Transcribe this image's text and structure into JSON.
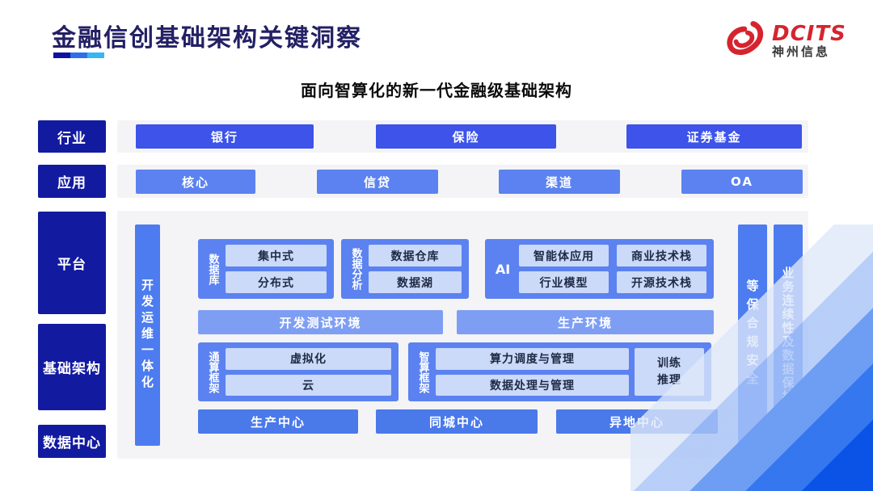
{
  "header": {
    "title": "金融信创基础架构关键洞察",
    "logo": {
      "brand": "DCITS",
      "company": "神州信息"
    }
  },
  "diagram": {
    "subtitle": "面向智算化的新一代金融级基础架构",
    "sidebar": [
      {
        "label": "行业"
      },
      {
        "label": "应用"
      },
      {
        "label": "平台"
      },
      {
        "label": "基础架构"
      },
      {
        "label": "数据中心"
      }
    ],
    "industry_row": [
      "银行",
      "保险",
      "证券基金"
    ],
    "application_row": [
      "核心",
      "信贷",
      "渠道",
      "OA"
    ],
    "left_bar": "开发运维一体化",
    "right_bars": [
      "等保合规安全",
      "业务连续性及数据保护"
    ],
    "platform_groups": {
      "database": {
        "label": "数据库",
        "items": [
          "集中式",
          "分布式"
        ]
      },
      "analytics": {
        "label": "数据分析",
        "items": [
          "数据仓库",
          "数据湖"
        ]
      },
      "ai": {
        "label": "AI",
        "items": [
          "智能体应用",
          "商业技术栈",
          "行业模型",
          "开源技术栈"
        ]
      }
    },
    "env_row": [
      "开发测试环境",
      "生产环境"
    ],
    "infra_groups": {
      "general": {
        "label": "通算框架",
        "items": [
          "虚拟化",
          "云"
        ]
      },
      "intelligent": {
        "label": "智算框架",
        "items": [
          "算力调度与管理",
          "数据处理与管理"
        ],
        "side_item": {
          "line1": "训练",
          "line2": "推理"
        }
      }
    },
    "datacenter_row": [
      "生产中心",
      "同城中心",
      "异地中心"
    ]
  },
  "colors": {
    "sidebar_navy": "#121AA0",
    "industry_blue": "#3D53E9",
    "application_blue": "#5B82F0",
    "group_blue": "#5B82F0",
    "env_blue": "#7E9EF4",
    "datacenter_blue": "#4A79EA",
    "vbar_blue": "#4C7CEF",
    "pale_blue": "#CBDAF9",
    "strip_gray": "#F4F4F6",
    "title_navy": "#232064",
    "logo_red": "#D6242F",
    "accent_dark": "#10129F",
    "accent_mid": "#2E6FE9",
    "accent_light": "#35B7F2",
    "corner_deep_blue": "#0B52E6"
  }
}
